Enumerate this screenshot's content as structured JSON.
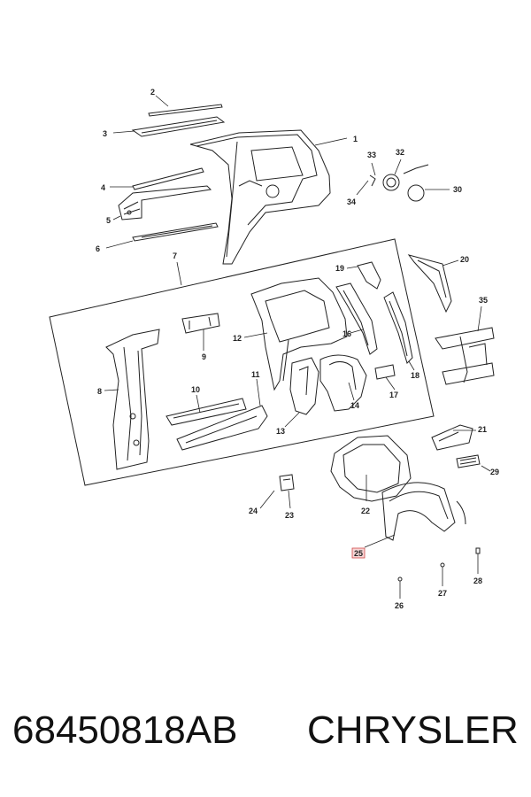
{
  "labels": {
    "l1": "1",
    "l2": "2",
    "l3": "3",
    "l4": "4",
    "l5": "5",
    "l6": "6",
    "l7": "7",
    "l8": "8",
    "l9": "9",
    "l10": "10",
    "l11": "11",
    "l12": "12",
    "l13": "13",
    "l14": "14",
    "l16": "16",
    "l17": "17",
    "l18": "18",
    "l19": "19",
    "l20": "20",
    "l21": "21",
    "l22": "22",
    "l23": "23",
    "l24": "24",
    "l25": "25",
    "l26": "26",
    "l27": "27",
    "l28": "28",
    "l29": "29",
    "l30": "30",
    "l32": "32",
    "l33": "33",
    "l34": "34",
    "l35": "35"
  },
  "highlighted_label": "25",
  "footer": {
    "part_number": "68450818AB",
    "brand": "CHRYSLER"
  }
}
